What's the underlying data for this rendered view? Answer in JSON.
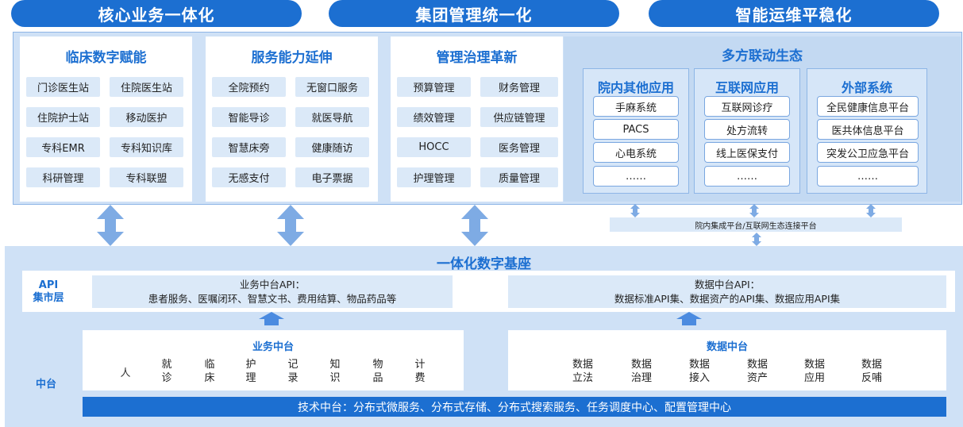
{
  "banners": [
    "核心业务一体化",
    "集团管理统一化",
    "智能运维平稳化"
  ],
  "panels": [
    {
      "title": "临床数字赋能",
      "items": [
        "门诊医生站",
        "住院医生站",
        "住院护士站",
        "移动医护",
        "专科EMR",
        "专科知识库",
        "科研管理",
        "专科联盟"
      ]
    },
    {
      "title": "服务能力延伸",
      "items": [
        "全院预约",
        "无窗口服务",
        "智能导诊",
        "就医导航",
        "智慧床旁",
        "健康随访",
        "无感支付",
        "电子票据"
      ]
    },
    {
      "title": "管理治理革新",
      "items": [
        "预算管理",
        "财务管理",
        "绩效管理",
        "供应链管理",
        "HOCC",
        "医务管理",
        "护理管理",
        "质量管理"
      ]
    }
  ],
  "ecosystem": {
    "title": "多方联动生态",
    "groups": [
      {
        "title": "院内其他应用",
        "items": [
          "手麻系统",
          "PACS",
          "心电系统",
          "……"
        ]
      },
      {
        "title": "互联网应用",
        "items": [
          "互联网诊疗",
          "处方流转",
          "线上医保支付",
          "……"
        ]
      },
      {
        "title": "外部系统",
        "items": [
          "全民健康信息平台",
          "医共体信息平台",
          "突发公卫应急平台",
          "……"
        ]
      }
    ],
    "integration_bar": "院内集成平台/互联网生态连接平台"
  },
  "foundation": {
    "title": "一体化数字基座",
    "api_layer_label": [
      "API",
      "集市层"
    ],
    "business_api": [
      "业务中台API：",
      "患者服务、医嘱闭环、智慧文书、费用结算、物品药品等"
    ],
    "data_api": [
      "数据中台API：",
      "数据标准API集、数据资产的API集、数据应用API集"
    ],
    "middle_label": "中台",
    "business_middle": {
      "title": "业务中台",
      "items": [
        "人",
        "就诊",
        "临床",
        "护理",
        "记录",
        "知识",
        "物品",
        "计费"
      ]
    },
    "data_middle": {
      "title": "数据中台",
      "items": [
        "数据立法",
        "数据治理",
        "数据接入",
        "数据资产",
        "数据应用",
        "数据反哺"
      ]
    },
    "tech_middle": "技术中台：分布式微服务、分布式存储、分布式搜索服务、任务调度中心、配置管理中心"
  },
  "colors": {
    "primary": "#1c6fd1",
    "arrow": "#7eabe4",
    "light": "#dbe9f8",
    "frame": "#cfe1f6"
  }
}
